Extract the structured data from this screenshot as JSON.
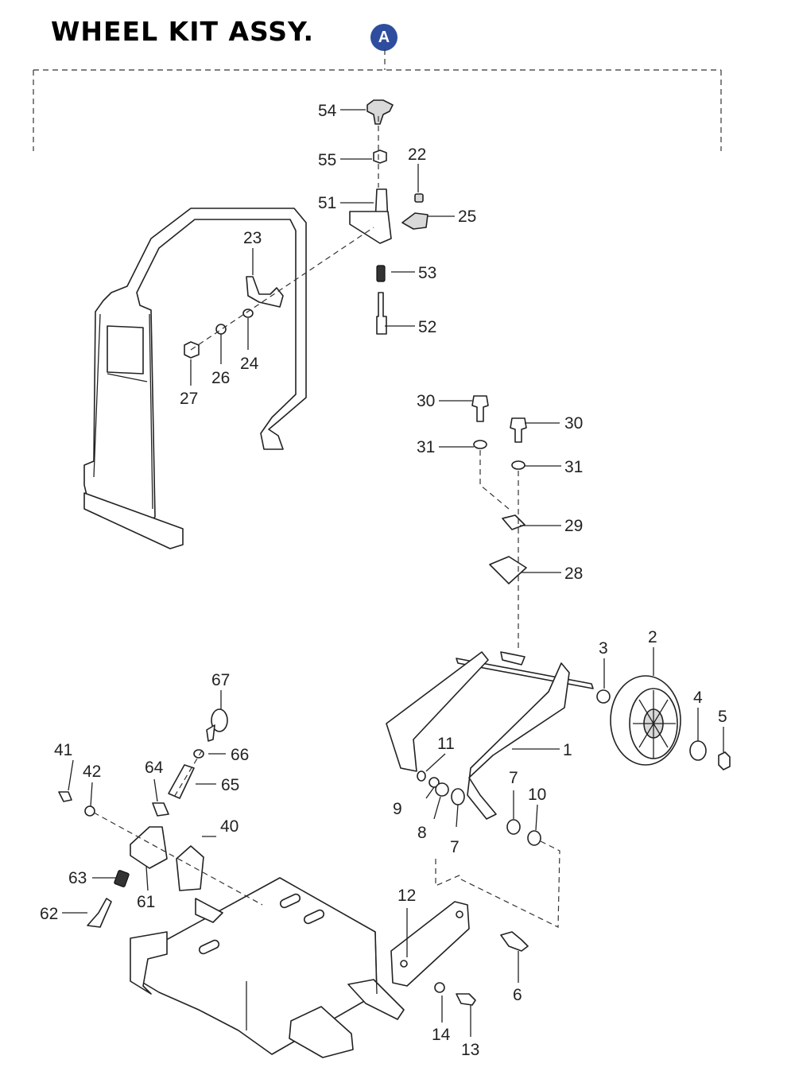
{
  "title": "WHEEL KIT ASSY.",
  "badge": "A",
  "labels": {
    "p54": "54",
    "p55": "55",
    "p22": "22",
    "p51": "51",
    "p25": "25",
    "p23": "23",
    "p53": "53",
    "p52": "52",
    "p27": "27",
    "p26": "26",
    "p24": "24",
    "p30a": "30",
    "p30b": "30",
    "p31a": "31",
    "p31b": "31",
    "p29": "29",
    "p28": "28",
    "p3": "3",
    "p2": "2",
    "p4": "4",
    "p5": "5",
    "p11": "11",
    "p1": "1",
    "p9": "9",
    "p8": "8",
    "p7a": "7",
    "p7b": "7",
    "p10": "10",
    "p67": "67",
    "p41": "41",
    "p42": "42",
    "p64": "64",
    "p66": "66",
    "p65": "65",
    "p40": "40",
    "p63": "63",
    "p61": "61",
    "p62": "62",
    "p12": "12",
    "p6": "6",
    "p14": "14",
    "p13": "13"
  }
}
